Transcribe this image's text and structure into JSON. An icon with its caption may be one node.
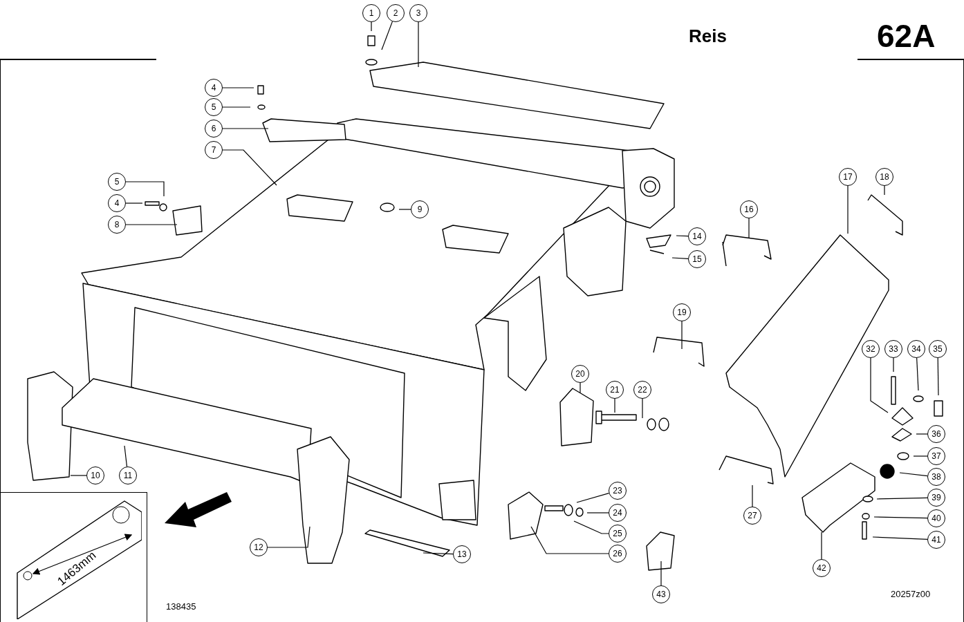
{
  "diagram": {
    "title": "Reis",
    "nodes": [
      {
        "text": [
          "1"
        ]
      },
      {
        "text": [
          "2"
        ]
      },
      {
        "text": [
          "3"
        ]
      },
      {
        "text": [
          "4"
        ]
      },
      {
        "text": [
          "5"
        ]
      },
      {
        "text": [
          "6"
        ]
      },
      {
        "text": [
          "7"
        ]
      },
      {
        "text": [
          "5"
        ]
      },
      {
        "text": [
          "4"
        ]
      },
      {
        "text": [
          "8"
        ]
      },
      {
        "text": [
          "9"
        ]
      },
      {
        "text": [
          "10"
        ]
      },
      {
        "text": [
          "11"
        ]
      },
      {
        "text": [
          "12"
        ]
      },
      {
        "text": [
          "13"
        ]
      },
      {
        "text": [
          "14"
        ]
      },
      {
        "text": [
          "15"
        ]
      },
      {
        "text": [
          "16"
        ]
      },
      {
        "text": [
          "17"
        ]
      },
      {
        "text": [
          "18"
        ]
      },
      {
        "text": [
          "19"
        ]
      },
      {
        "text": [
          "20"
        ]
      },
      {
        "text": [
          "21"
        ]
      },
      {
        "text": [
          "22"
        ]
      },
      {
        "text": [
          "23"
        ]
      },
      {
        "text": [
          "24"
        ]
      },
      {
        "text": [
          "25"
        ]
      },
      {
        "text": [
          "26"
        ]
      },
      {
        "text": [
          "27"
        ]
      },
      {
        "text": [
          "32"
        ]
      },
      {
        "text": [
          "33"
        ]
      },
      {
        "text": [
          "34"
        ]
      },
      {
        "text": [
          "35"
        ]
      },
      {
        "text": [
          "36"
        ]
      },
      {
        "text": [
          "37"
        ]
      },
      {
        "text": [
          "38"
        ]
      },
      {
        "text": [
          "39"
        ]
      },
      {
        "text": [
          "40"
        ]
      },
      {
        "text": [
          "41"
        ]
      },
      {
        "text": [
          "42"
        ]
      },
      {
        "text": [
          "43"
        ]
      }
    ],
    "edges": [
      {
        "from": 0,
        "to": null,
        "arrow": "none"
      },
      {
        "from": 1,
        "to": null,
        "arrow": "none"
      },
      {
        "from": 2,
        "to": null,
        "arrow": "none"
      },
      {
        "from": 3,
        "to": null,
        "arrow": "none"
      },
      {
        "from": 4,
        "to": null,
        "arrow": "none"
      },
      {
        "from": 5,
        "to": null,
        "arrow": "none"
      },
      {
        "from": 6,
        "to": null,
        "arrow": "none"
      },
      {
        "from": 7,
        "to": null,
        "arrow": "none"
      },
      {
        "from": 8,
        "to": null,
        "arrow": "none"
      },
      {
        "from": 9,
        "to": null,
        "arrow": "none"
      },
      {
        "from": 10,
        "to": null,
        "arrow": "none"
      },
      {
        "from": 11,
        "to": null,
        "arrow": "none"
      },
      {
        "from": 12,
        "to": null,
        "arrow": "none"
      },
      {
        "from": 13,
        "to": null,
        "arrow": "none"
      },
      {
        "from": 14,
        "to": null,
        "arrow": "none"
      },
      {
        "from": 15,
        "to": null,
        "arrow": "none"
      },
      {
        "from": 16,
        "to": null,
        "arrow": "none"
      },
      {
        "from": 17,
        "to": null,
        "arrow": "none"
      },
      {
        "from": 18,
        "to": null,
        "arrow": "none"
      },
      {
        "from": 19,
        "to": null,
        "arrow": "none"
      },
      {
        "from": 20,
        "to": null,
        "arrow": "none"
      },
      {
        "from": 21,
        "to": null,
        "arrow": "none"
      },
      {
        "from": 22,
        "to": null,
        "arrow": "none"
      },
      {
        "from": 23,
        "to": null,
        "arrow": "none"
      },
      {
        "from": 24,
        "to": null,
        "arrow": "none"
      },
      {
        "from": 25,
        "to": null,
        "arrow": "none"
      },
      {
        "from": 26,
        "to": null,
        "arrow": "none"
      },
      {
        "from": 27,
        "to": null,
        "arrow": "none"
      },
      {
        "from": 28,
        "to": null,
        "arrow": "none"
      },
      {
        "from": 29,
        "to": null,
        "arrow": "none"
      },
      {
        "from": 30,
        "to": null,
        "arrow": "none"
      },
      {
        "from": 31,
        "to": null,
        "arrow": "none"
      },
      {
        "from": 32,
        "to": null,
        "arrow": "none"
      },
      {
        "from": 33,
        "to": null,
        "arrow": "none"
      },
      {
        "from": 34,
        "to": null,
        "arrow": "none"
      },
      {
        "from": 35,
        "to": null,
        "arrow": "none"
      },
      {
        "from": 36,
        "to": null,
        "arrow": "none"
      },
      {
        "from": 37,
        "to": null,
        "arrow": "none"
      },
      {
        "from": 38,
        "to": null,
        "arrow": "none"
      },
      {
        "from": 39,
        "to": null,
        "arrow": "none"
      },
      {
        "from": 40,
        "to": null,
        "arrow": "none"
      }
    ],
    "labels": [
      "62A",
      "1463mm",
      "138435",
      "20257z00"
    ]
  }
}
